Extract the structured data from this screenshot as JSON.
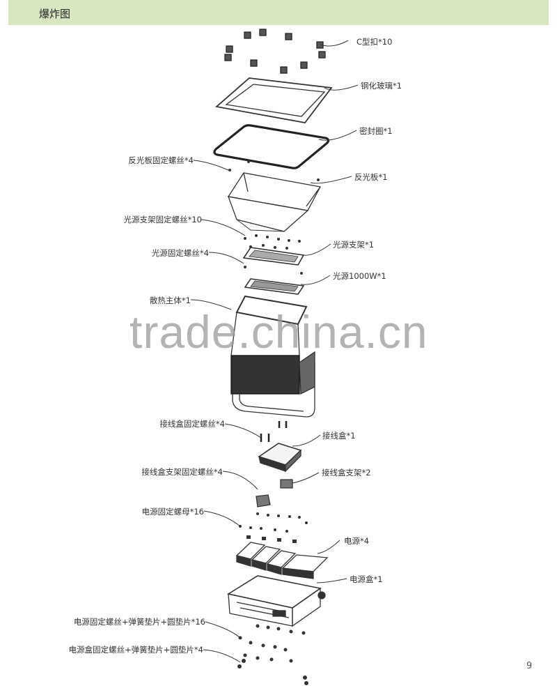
{
  "header": {
    "title": "爆炸图"
  },
  "parts": {
    "c_clip": "C型扣*10",
    "tempered_glass": "钢化玻璃*1",
    "seal_ring": "密封圈*1",
    "reflector_screw": "反光板固定螺丝*4",
    "reflector": "反光板*1",
    "light_bracket_screw": "光源支架固定螺丝*10",
    "light_bracket": "光源支架*1",
    "light_source_screw": "光源固定螺丝*4",
    "light_source": "光源1000W*1",
    "heatsink_body": "散热主体*1",
    "junction_box_screw": "接线盒固定螺丝*4",
    "junction_box": "接线盒*1",
    "junction_bracket_screw": "接线盒支架固定螺丝*4",
    "junction_bracket": "接线盒支架*2",
    "power_nut": "电源固定螺母*16",
    "power_supply": "电源*4",
    "power_box": "电源盒*1",
    "power_screw_washer": "电源固定螺丝+弹簧垫片+圆垫片*16",
    "power_box_screw_washer": "电源盒固定螺丝+弹簧垫片+圆垫片*4"
  },
  "watermark": "trade.china.cn",
  "page_number": "9"
}
